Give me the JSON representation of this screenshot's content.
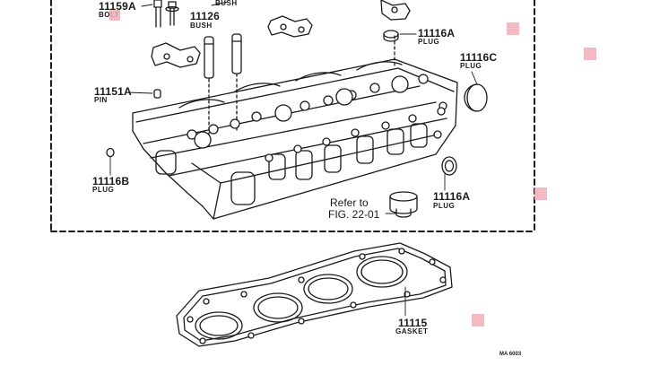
{
  "labels": {
    "bolt": {
      "part": "11159A",
      "name": "BOLT"
    },
    "bush_top": {
      "name": "BUSH"
    },
    "bush": {
      "part": "11126",
      "name": "BUSH"
    },
    "plug_a1": {
      "part": "11116A",
      "name": "PLUG"
    },
    "plug_c": {
      "part": "11116C",
      "name": "PLUG"
    },
    "pin": {
      "part": "11151A",
      "name": "PIN"
    },
    "plug_b": {
      "part": "11116B",
      "name": "PLUG"
    },
    "plug_a2": {
      "part": "11116A",
      "name": "PLUG"
    },
    "gasket": {
      "part": "11115",
      "name": "GASKET"
    },
    "reference": {
      "line1": "Refer to",
      "line2": "FIG. 22-01"
    },
    "drawing_code": "MA 6003"
  },
  "colors": {
    "ink": "#1a1a1a",
    "highlight": "#f2aeb8",
    "paper": "#ffffff"
  }
}
